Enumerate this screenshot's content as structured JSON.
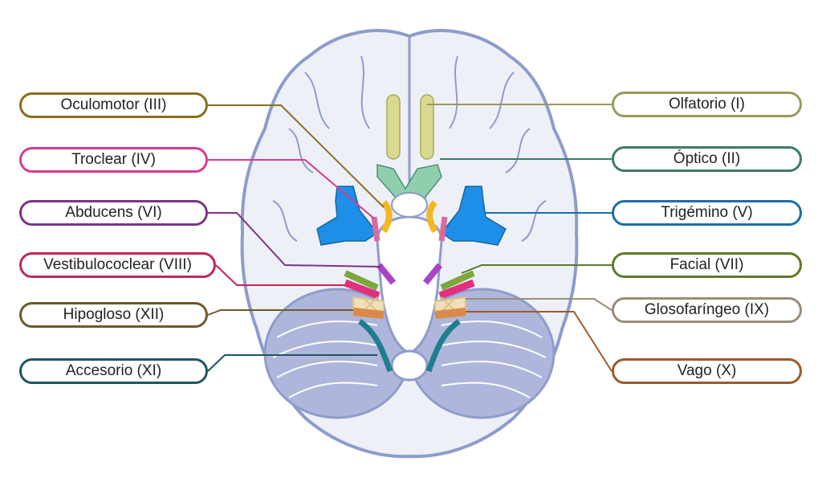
{
  "nerves_left": [
    {
      "label": "Oculomotor (III)",
      "color": "#8a6d1c"
    },
    {
      "label": "Troclear (IV)",
      "color": "#d63c8c"
    },
    {
      "label": "Abducens (VI)",
      "color": "#7a3586"
    },
    {
      "label": "Vestibulococlear (VIII)",
      "color": "#c0275a"
    },
    {
      "label": "Hipogloso (XII)",
      "color": "#6b5a2d"
    },
    {
      "label": "Accesorio (XI)",
      "color": "#1f5560"
    }
  ],
  "nerves_right": [
    {
      "label": "Olfatorio (I)",
      "color": "#9a9a5c"
    },
    {
      "label": "Óptico (II)",
      "color": "#3d7a6a"
    },
    {
      "label": "Trigémino (V)",
      "color": "#1a6fa8"
    },
    {
      "label": "Facial (VII)",
      "color": "#5c7a2a"
    },
    {
      "label": "Glosofaríngeo (IX)",
      "color": "#9a8e78"
    },
    {
      "label": "Vago (X)",
      "color": "#9a5a2e"
    }
  ],
  "colors": {
    "brain_outline": "#8e9ccb",
    "brain_fill": "#eef0f8",
    "cerebellum": "#aeb6db",
    "olfactory": "#d9d98f",
    "optic": "#8fcfae",
    "trigeminal": "#1e8fe8",
    "oculomotor": "#f2b824",
    "trochlear": "#d96aa0",
    "abducens": "#a845c6",
    "facial": "#7aa83a",
    "vestibulocochlear": "#e0307e",
    "glossopharyngeal": "#f0dfb8",
    "vagus": "#d98a4a",
    "hypoglossal": "#d98a4a",
    "accessory": "#1f7e8e"
  }
}
